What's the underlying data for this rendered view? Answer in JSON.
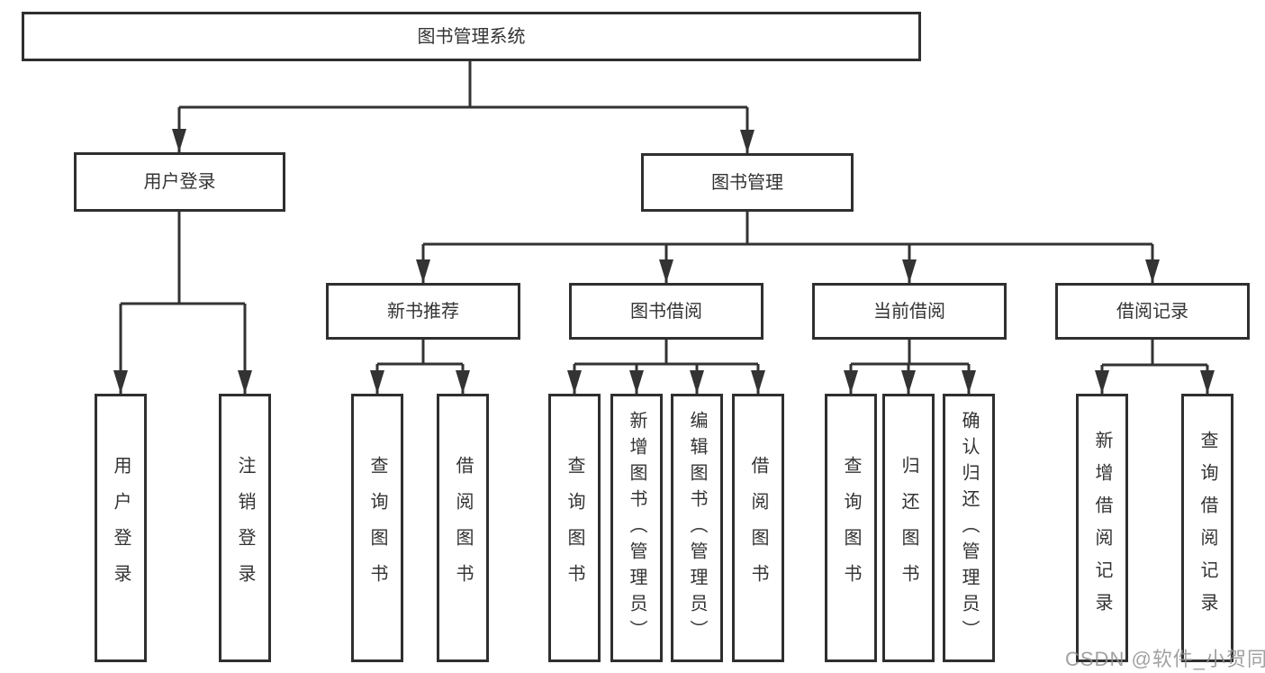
{
  "diagram": {
    "type": "tree",
    "tree": {
      "label": "图书管理系统",
      "children": [
        {
          "label": "用户登录",
          "children": [
            {
              "label": "用户登录"
            },
            {
              "label": "注销登录"
            }
          ]
        },
        {
          "label": "图书管理",
          "children": [
            {
              "label": "新书推荐",
              "children": [
                {
                  "label": "查询图书"
                },
                {
                  "label": "借阅图书"
                }
              ]
            },
            {
              "label": "图书借阅",
              "children": [
                {
                  "label": "查询图书"
                },
                {
                  "label": "新增图书（管理员）"
                },
                {
                  "label": "编辑图书（管理员）"
                },
                {
                  "label": "借阅图书"
                }
              ]
            },
            {
              "label": "当前借阅",
              "children": [
                {
                  "label": "查询图书"
                },
                {
                  "label": "归还图书"
                },
                {
                  "label": "确认归还（管理员）"
                }
              ]
            },
            {
              "label": "借阅记录",
              "children": [
                {
                  "label": "新增借阅记录"
                },
                {
                  "label": "查询借阅记录"
                }
              ]
            }
          ]
        }
      ]
    },
    "colors": {
      "line": "#333333",
      "box_border": "#2f2f2f",
      "text": "#333333",
      "background": "#ffffff",
      "watermark": "#919191"
    }
  },
  "watermark": {
    "text": "CSDN @软件_小贺同学"
  }
}
